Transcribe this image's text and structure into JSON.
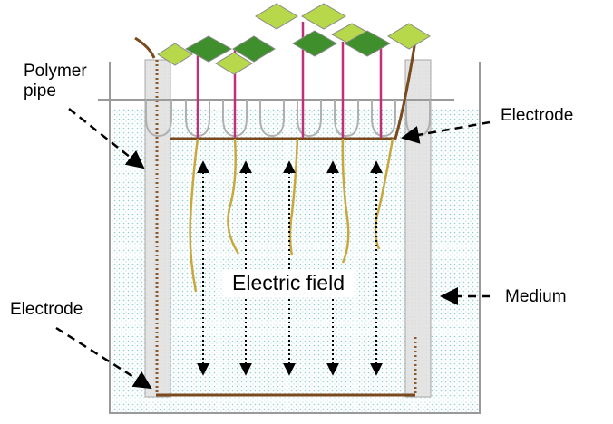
{
  "labels": {
    "polymer_pipe_line1": "Polymer",
    "polymer_pipe_line2": "pipe",
    "electrode_top": "Electrode",
    "electrode_bottom": "Electrode",
    "medium": "Medium",
    "electric_field": "Electric field"
  },
  "colors": {
    "medium_dots": "#8fcfcf",
    "pipe_fill": "#e3e3e3",
    "pipe_dots": "#a07040",
    "electrode": "#7a4a1e",
    "root": "#c8a83c",
    "stem": "#c0307a",
    "leaf_light": "#b6d84a",
    "leaf_dark": "#3f8f2c",
    "container": "#9a9a9a",
    "arrow": "#000000"
  },
  "icons": {
    "field_arrow": "double-headed-dotted-arrow-icon",
    "leader_arrow": "dashed-arrow-icon",
    "leaf": "diamond-leaf-icon"
  }
}
